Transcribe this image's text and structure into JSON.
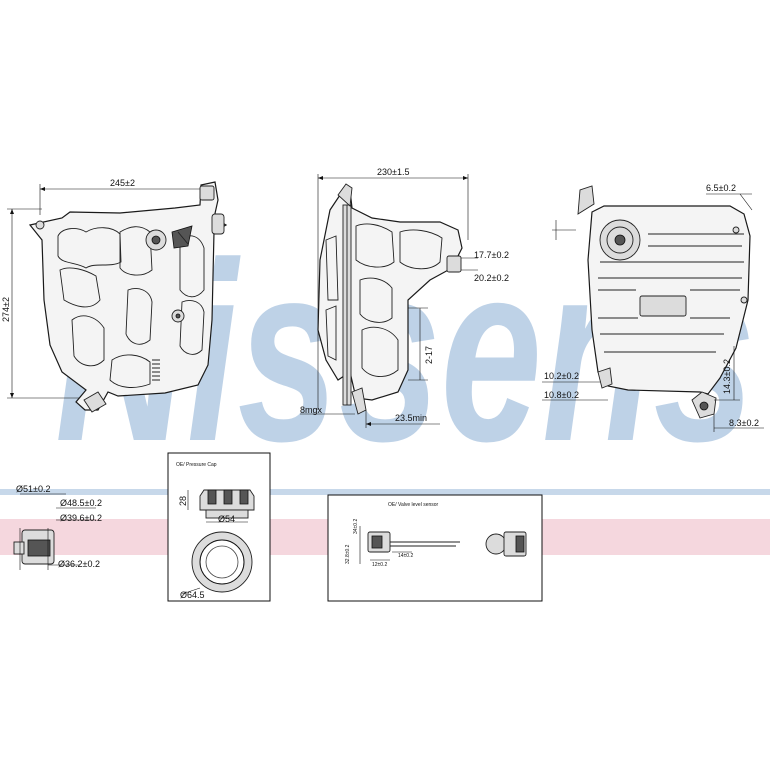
{
  "watermark": {
    "text": "Nissens",
    "color": "#a9c3df",
    "stripe_blue": "#c7d8ea",
    "stripe_pink": "#f2c9d3"
  },
  "front_view": {
    "width_label": "245±2",
    "height_label": "274±2"
  },
  "side_view": {
    "width_label": "230±1.5",
    "dim_a": "17.7±0.2",
    "dim_b": "20.2±0.2",
    "dim_c": "2-17",
    "dim_d": "8mgx",
    "dim_e": "23.5min"
  },
  "rear_view": {
    "dim_a": "6.5±0.2",
    "dim_b": "10.2±0.2",
    "dim_c": "10.8±0.2",
    "dim_d": "14.3±0.2",
    "dim_e": "8.3±0.2"
  },
  "outlet_detail": {
    "dim_a": "Ø51±0.2",
    "dim_b": "Ø48.5±0.2",
    "dim_c": "Ø39.6±0.2",
    "dim_d": "Ø36.2±0.2"
  },
  "cap_box": {
    "title": "OE/ Pressure Cap",
    "dim_height": "28",
    "dim_inner": "Ø54",
    "dim_outer": "Ø64.5"
  },
  "sensor_box": {
    "title": "OE/ Valve level sensor",
    "dim_a": "34±0.2",
    "dim_b": "32.8±0.2",
    "dim_c": "12±0.2",
    "dim_d": "14±0.2"
  }
}
